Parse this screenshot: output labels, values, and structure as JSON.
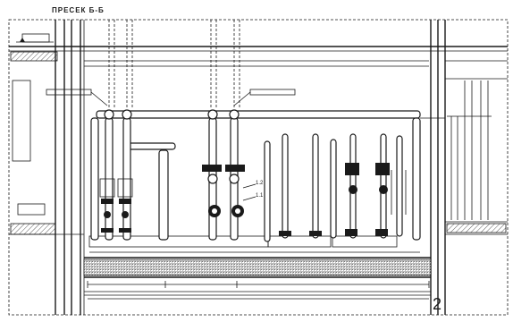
{
  "drawing": {
    "section_title": "ПРЕСЕК Б-Б",
    "axis_label": "2",
    "valve_tags": {
      "upper": "1.2",
      "lower": "1.1"
    }
  },
  "colors": {
    "ink": "#1a1a1a",
    "paper": "#ffffff",
    "fill": "#d9d9d9"
  }
}
